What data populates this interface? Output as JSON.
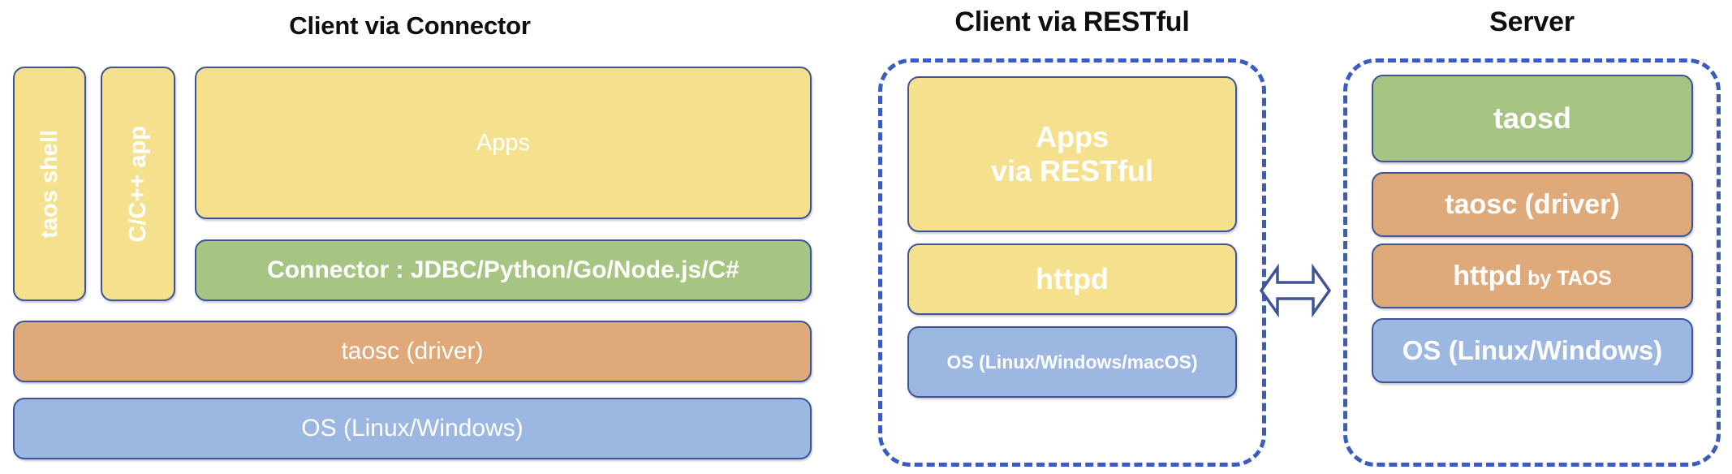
{
  "diagram": {
    "title_left": "Client via Connector",
    "title_middle": "Client via RESTful",
    "title_right": "Server",
    "colors": {
      "yellow": "#f5e08e",
      "green": "#a6c583",
      "orange": "#dfa97a",
      "blue": "#9cb8e2",
      "box_border": "#3f5495",
      "dashed_border": "#3a5bbf",
      "title_text": "#0d0d0d",
      "label_text": "#ffffff",
      "background": "#ffffff"
    },
    "panels": {
      "client_connector": {
        "title": "Client via Connector",
        "grouped": false,
        "boxes": [
          {
            "id": "taos-shell",
            "label": "taos shell",
            "color": "yellow",
            "orientation": "vertical"
          },
          {
            "id": "cpp-app",
            "label": "C/C++ app",
            "color": "yellow",
            "orientation": "vertical"
          },
          {
            "id": "apps",
            "label": "Apps",
            "color": "yellow",
            "orientation": "horizontal"
          },
          {
            "id": "connector",
            "label": "Connector : JDBC/Python/Go/Node.js/C#",
            "color": "green",
            "orientation": "horizontal"
          },
          {
            "id": "taosc",
            "label": "taosc (driver)",
            "color": "orange",
            "orientation": "horizontal"
          },
          {
            "id": "os",
            "label": "OS (Linux/Windows)",
            "color": "blue",
            "orientation": "horizontal"
          }
        ]
      },
      "client_restful": {
        "title": "Client via RESTful",
        "grouped": true,
        "boxes": [
          {
            "id": "apps-restful",
            "label_line1": "Apps",
            "label_line2": "via RESTful",
            "color": "yellow",
            "orientation": "horizontal"
          },
          {
            "id": "httpd",
            "label": "httpd",
            "color": "yellow",
            "orientation": "horizontal"
          },
          {
            "id": "os-restful",
            "label": "OS (Linux/Windows/macOS)",
            "color": "blue",
            "orientation": "horizontal"
          }
        ]
      },
      "server": {
        "title": "Server",
        "grouped": true,
        "boxes": [
          {
            "id": "taosd",
            "label": "taosd",
            "color": "green",
            "orientation": "horizontal"
          },
          {
            "id": "taosc-server",
            "label": "taosc (driver)",
            "color": "orange",
            "orientation": "horizontal"
          },
          {
            "id": "httpd-server",
            "label_main": "httpd",
            "label_sub": " by TAOS",
            "color": "orange",
            "orientation": "horizontal"
          },
          {
            "id": "os-server",
            "label": "OS (Linux/Windows)",
            "color": "blue",
            "orientation": "horizontal"
          }
        ]
      }
    },
    "connector_arrow": {
      "icon": "double-headed-horizontal-arrow",
      "between": [
        "client_restful",
        "server"
      ]
    }
  }
}
